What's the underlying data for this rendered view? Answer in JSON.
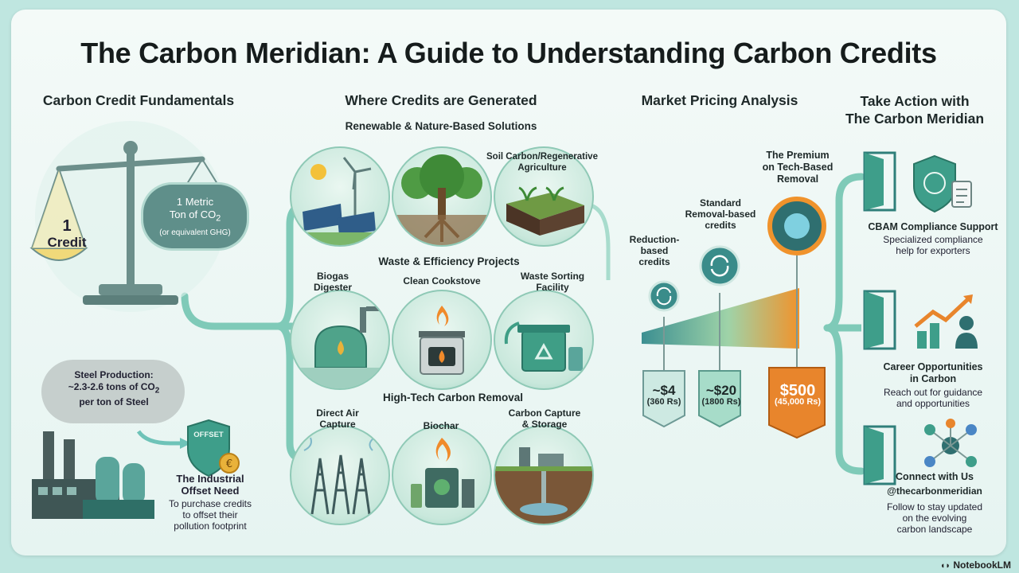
{
  "title": "The Carbon Meridian: A Guide to Understanding Carbon Credits",
  "columns": {
    "fundamentals": "Carbon Credit Fundamentals",
    "generated": "Where Credits are Generated",
    "pricing": "Market Pricing Analysis",
    "action_line1": "Take Action with",
    "action_line2": "The Carbon Meridian"
  },
  "scale": {
    "left_top": "1",
    "left_bottom": "Credit",
    "right_line1": "1 Metric",
    "right_line2": "Ton of CO",
    "right_sub": "2",
    "right_line3": "(or equivalent GHG)"
  },
  "steel": {
    "line1": "Steel Production:",
    "line2": "~2.3-2.6 tons of CO",
    "sub": "2",
    "line3": "per ton of Steel"
  },
  "shield_text": "OFFSET",
  "industrial": {
    "title_line1": "The Industrial",
    "title_line2": "Offset Need",
    "desc_line1": "To purchase credits",
    "desc_line2": "to offset their",
    "desc_line3": "pollution footprint"
  },
  "groups": {
    "renewable": "Renewable & Nature-Based Solutions",
    "waste": "Waste & Efficiency Projects",
    "hightech": "High-Tech Carbon Removal"
  },
  "circle_labels": {
    "soil_line1": "Soil Carbon/Regenerative",
    "soil_line2": "Agriculture",
    "biogas_line1": "Biogas",
    "biogas_line2": "Digester",
    "cookstove": "Clean Cookstove",
    "sorting_line1": "Waste Sorting",
    "sorting_line2": "Facility",
    "dac_line1": "Direct Air",
    "dac_line2": "Capture",
    "biochar": "Biochar",
    "ccs_line1": "Carbon Capture",
    "ccs_line2": "& Storage"
  },
  "pricing": {
    "reduction_line1": "Reduction-",
    "reduction_line2": "based",
    "reduction_line3": "credits",
    "standard_line1": "Standard",
    "standard_line2": "Removal-based",
    "standard_line3": "credits",
    "premium_line1": "The Premium",
    "premium_line2": "on Tech-Based",
    "premium_line3": "Removal",
    "tag1_value": "~$4",
    "tag1_sub": "(360 Rs)",
    "tag2_value": "~$20",
    "tag2_sub": "(1800 Rs)",
    "tag3_value": "$500",
    "tag3_sub": "(45,000 Rs)"
  },
  "actions": {
    "cbam_title": "CBAM Compliance Support",
    "cbam_desc1": "Specialized compliance",
    "cbam_desc2": "help for exporters",
    "career_title1": "Career Opportunities",
    "career_title2": "in Carbon",
    "career_desc1": "Reach out for guidance",
    "career_desc2": "and opportunities",
    "connect_title": "Connect with Us",
    "connect_handle": "@thecarbonmeridian",
    "connect_desc1": "Follow to stay updated",
    "connect_desc2": "on the evolving",
    "connect_desc3": "carbon landscape"
  },
  "footer": "NotebookLM",
  "colors": {
    "teal": "#5fb8a8",
    "dark_teal": "#2f7f7a",
    "orange": "#e8852c",
    "gold": "#f1c24a"
  }
}
